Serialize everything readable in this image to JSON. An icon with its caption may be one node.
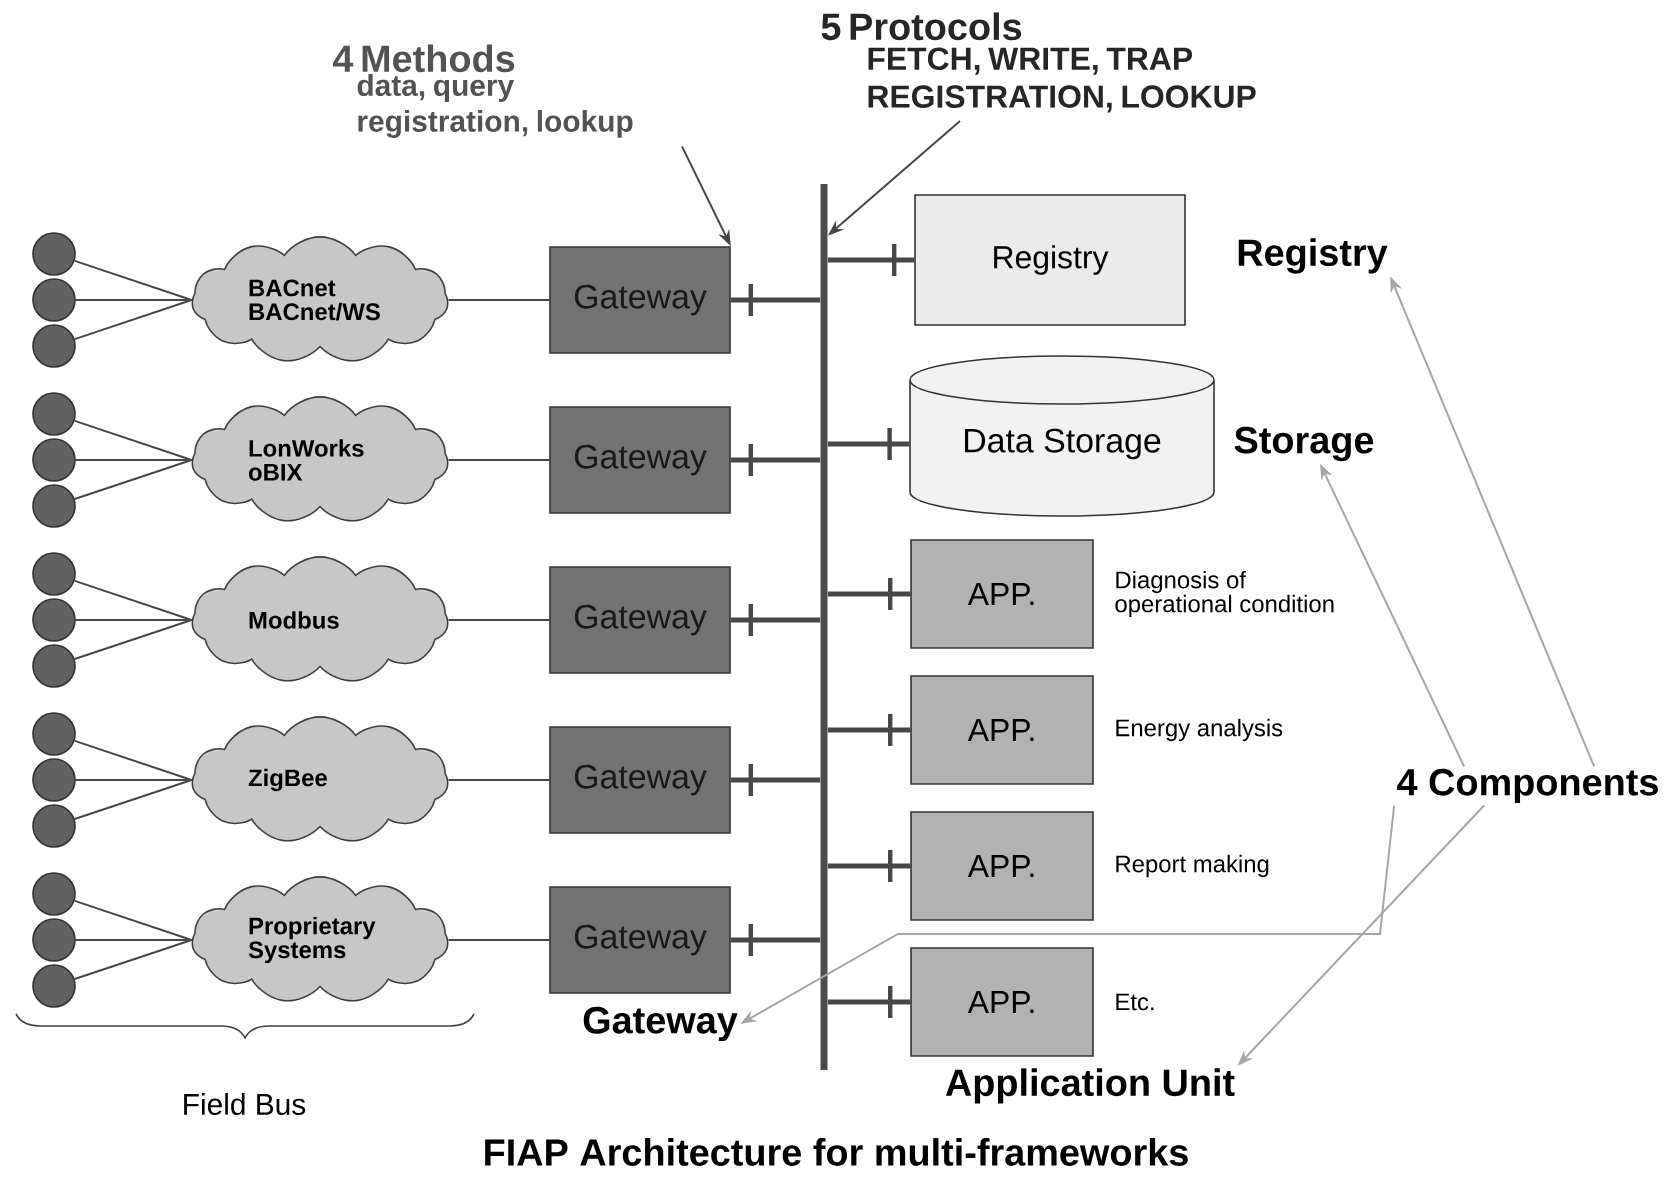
{
  "diagram": {
    "caption": "FIAP Architecture for multi-frameworks",
    "nodes": [
      {
        "text": [],
        "shape": "circle"
      },
      {
        "text": [],
        "shape": "circle"
      },
      {
        "text": [],
        "shape": "circle"
      },
      {
        "text": [],
        "shape": "circle"
      },
      {
        "text": [],
        "shape": "circle"
      },
      {
        "text": [],
        "shape": "circle"
      },
      {
        "text": [],
        "shape": "circle"
      },
      {
        "text": [],
        "shape": "circle"
      },
      {
        "text": [],
        "shape": "circle"
      },
      {
        "text": [],
        "shape": "circle"
      },
      {
        "text": [],
        "shape": "circle"
      },
      {
        "text": [],
        "shape": "circle"
      },
      {
        "text": [],
        "shape": "circle"
      },
      {
        "text": [],
        "shape": "circle"
      },
      {
        "text": [],
        "shape": "circle"
      },
      {
        "text": [
          "BACnet BACnet/WS"
        ]
      },
      {
        "text": [
          "LonWorks oBIX"
        ]
      },
      {
        "text": [
          "Modbus"
        ]
      },
      {
        "text": [
          "ZigBee"
        ]
      },
      {
        "text": [
          "Proprietary Systems"
        ]
      },
      {
        "text": [
          "Gateway"
        ]
      },
      {
        "text": [
          "Gateway"
        ]
      },
      {
        "text": [
          "Gateway"
        ]
      },
      {
        "text": [
          "Gateway"
        ]
      },
      {
        "text": [
          "Gateway"
        ]
      },
      {
        "text": [],
        "shape": "bar"
      },
      {
        "text": [
          "Registry"
        ]
      },
      {
        "text": [
          "Data Storage"
        ]
      },
      {
        "text": [
          "APP."
        ],
        "beside": [
          "Diagnosis of operational condition"
        ]
      },
      {
        "text": [
          "APP."
        ],
        "beside": [
          "Energy analysis"
        ]
      },
      {
        "text": [
          "APP."
        ],
        "beside": [
          "Report making"
        ]
      },
      {
        "text": [
          "APP."
        ],
        "beside": [
          "Etc."
        ]
      },
      {
        "text": [
          "4 Methods",
          "data, query registration, lookup"
        ]
      },
      {
        "text": [
          "5 Protocols",
          "FETCH, WRITE, TRAP REGISTRATION, LOOKUP"
        ]
      },
      {
        "text": [
          "Registry"
        ]
      },
      {
        "text": [
          "Storage"
        ]
      },
      {
        "text": [
          "Gateway"
        ]
      },
      {
        "text": [
          "Application Unit"
        ]
      },
      {
        "text": [
          "4 Components"
        ]
      }
    ],
    "edges": [
      {
        "from": 0,
        "to": 15,
        "arrow": "none"
      },
      {
        "from": 1,
        "to": 15,
        "arrow": "none"
      },
      {
        "from": 2,
        "to": 15,
        "arrow": "none"
      },
      {
        "from": 3,
        "to": 16,
        "arrow": "none"
      },
      {
        "from": 4,
        "to": 16,
        "arrow": "none"
      },
      {
        "from": 5,
        "to": 16,
        "arrow": "none"
      },
      {
        "from": 6,
        "to": 17,
        "arrow": "none"
      },
      {
        "from": 7,
        "to": 17,
        "arrow": "none"
      },
      {
        "from": 8,
        "to": 17,
        "arrow": "none"
      },
      {
        "from": 9,
        "to": 18,
        "arrow": "none"
      },
      {
        "from": 10,
        "to": 18,
        "arrow": "none"
      },
      {
        "from": 11,
        "to": 18,
        "arrow": "none"
      },
      {
        "from": 12,
        "to": 19,
        "arrow": "none"
      },
      {
        "from": 13,
        "to": 19,
        "arrow": "none"
      },
      {
        "from": 14,
        "to": 19,
        "arrow": "none"
      },
      {
        "from": 15,
        "to": 20,
        "arrow": "none"
      },
      {
        "from": 16,
        "to": 21,
        "arrow": "none"
      },
      {
        "from": 17,
        "to": 22,
        "arrow": "none"
      },
      {
        "from": 18,
        "to": 23,
        "arrow": "none"
      },
      {
        "from": 19,
        "to": 24,
        "arrow": "none"
      },
      {
        "from": 25,
        "to": 20,
        "arrow": "none",
        "style": "thick"
      },
      {
        "from": 25,
        "to": 21,
        "arrow": "none",
        "style": "thick"
      },
      {
        "from": 25,
        "to": 22,
        "arrow": "none",
        "style": "thick"
      },
      {
        "from": 25,
        "to": 23,
        "arrow": "none",
        "style": "thick"
      },
      {
        "from": 25,
        "to": 24,
        "arrow": "none",
        "style": "thick"
      },
      {
        "from": 25,
        "to": 26,
        "arrow": "none",
        "style": "thick"
      },
      {
        "from": 25,
        "to": 27,
        "arrow": "none",
        "style": "thick"
      },
      {
        "from": 25,
        "to": 28,
        "arrow": "none",
        "style": "thick"
      },
      {
        "from": 25,
        "to": 29,
        "arrow": "none",
        "style": "thick"
      },
      {
        "from": 25,
        "to": 30,
        "arrow": "none",
        "style": "thick"
      },
      {
        "from": 25,
        "to": 31,
        "arrow": "none",
        "style": "thick"
      },
      {
        "from": 32,
        "to": 20,
        "arrow": "to"
      },
      {
        "from": 33,
        "to": 25,
        "arrow": "to"
      },
      {
        "from": 38,
        "to": 34,
        "arrow": "to",
        "color": "#a6a6a6"
      },
      {
        "from": 38,
        "to": 35,
        "arrow": "to",
        "color": "#a6a6a6"
      },
      {
        "from": 38,
        "to": 36,
        "arrow": "to",
        "color": "#a6a6a6"
      },
      {
        "from": 38,
        "to": 37,
        "arrow": "to",
        "color": "#a6a6a6"
      }
    ],
    "labels": [
      "Field Bus"
    ]
  }
}
